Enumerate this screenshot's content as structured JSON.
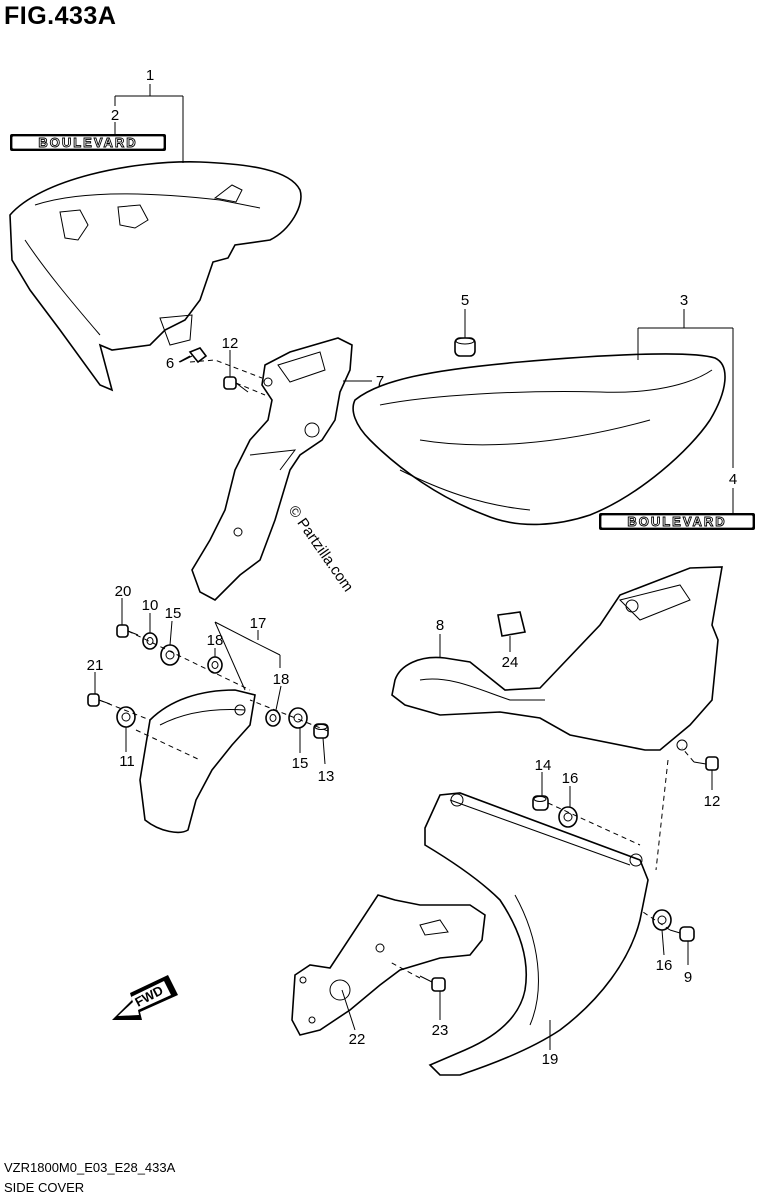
{
  "figure": {
    "title": "FIG.433A",
    "footer_code": "VZR1800M0_E03_E28_433A",
    "footer_name": "SIDE COVER",
    "watermark": "© Partzilla.com",
    "fwd_label": "FWD",
    "badge_text": "BOULEVARD"
  },
  "callouts": [
    "1",
    "2",
    "3",
    "4",
    "5",
    "6",
    "7",
    "8",
    "9",
    "10",
    "11",
    "12",
    "13",
    "14",
    "15",
    "16",
    "17",
    "18",
    "19",
    "20",
    "21",
    "22",
    "23",
    "24"
  ],
  "labels": {
    "n1": "1",
    "n2": "2",
    "n3": "3",
    "n4": "4",
    "n5": "5",
    "n6": "6",
    "n7": "7",
    "n8": "8",
    "n9": "9",
    "n10": "10",
    "n11": "11",
    "n12a": "12",
    "n12b": "12",
    "n13": "13",
    "n14": "14",
    "n15a": "15",
    "n15b": "15",
    "n16a": "16",
    "n16b": "16",
    "n17": "17",
    "n18a": "18",
    "n18b": "18",
    "n19": "19",
    "n20": "20",
    "n21": "21",
    "n22": "22",
    "n23": "23",
    "n24": "24"
  }
}
